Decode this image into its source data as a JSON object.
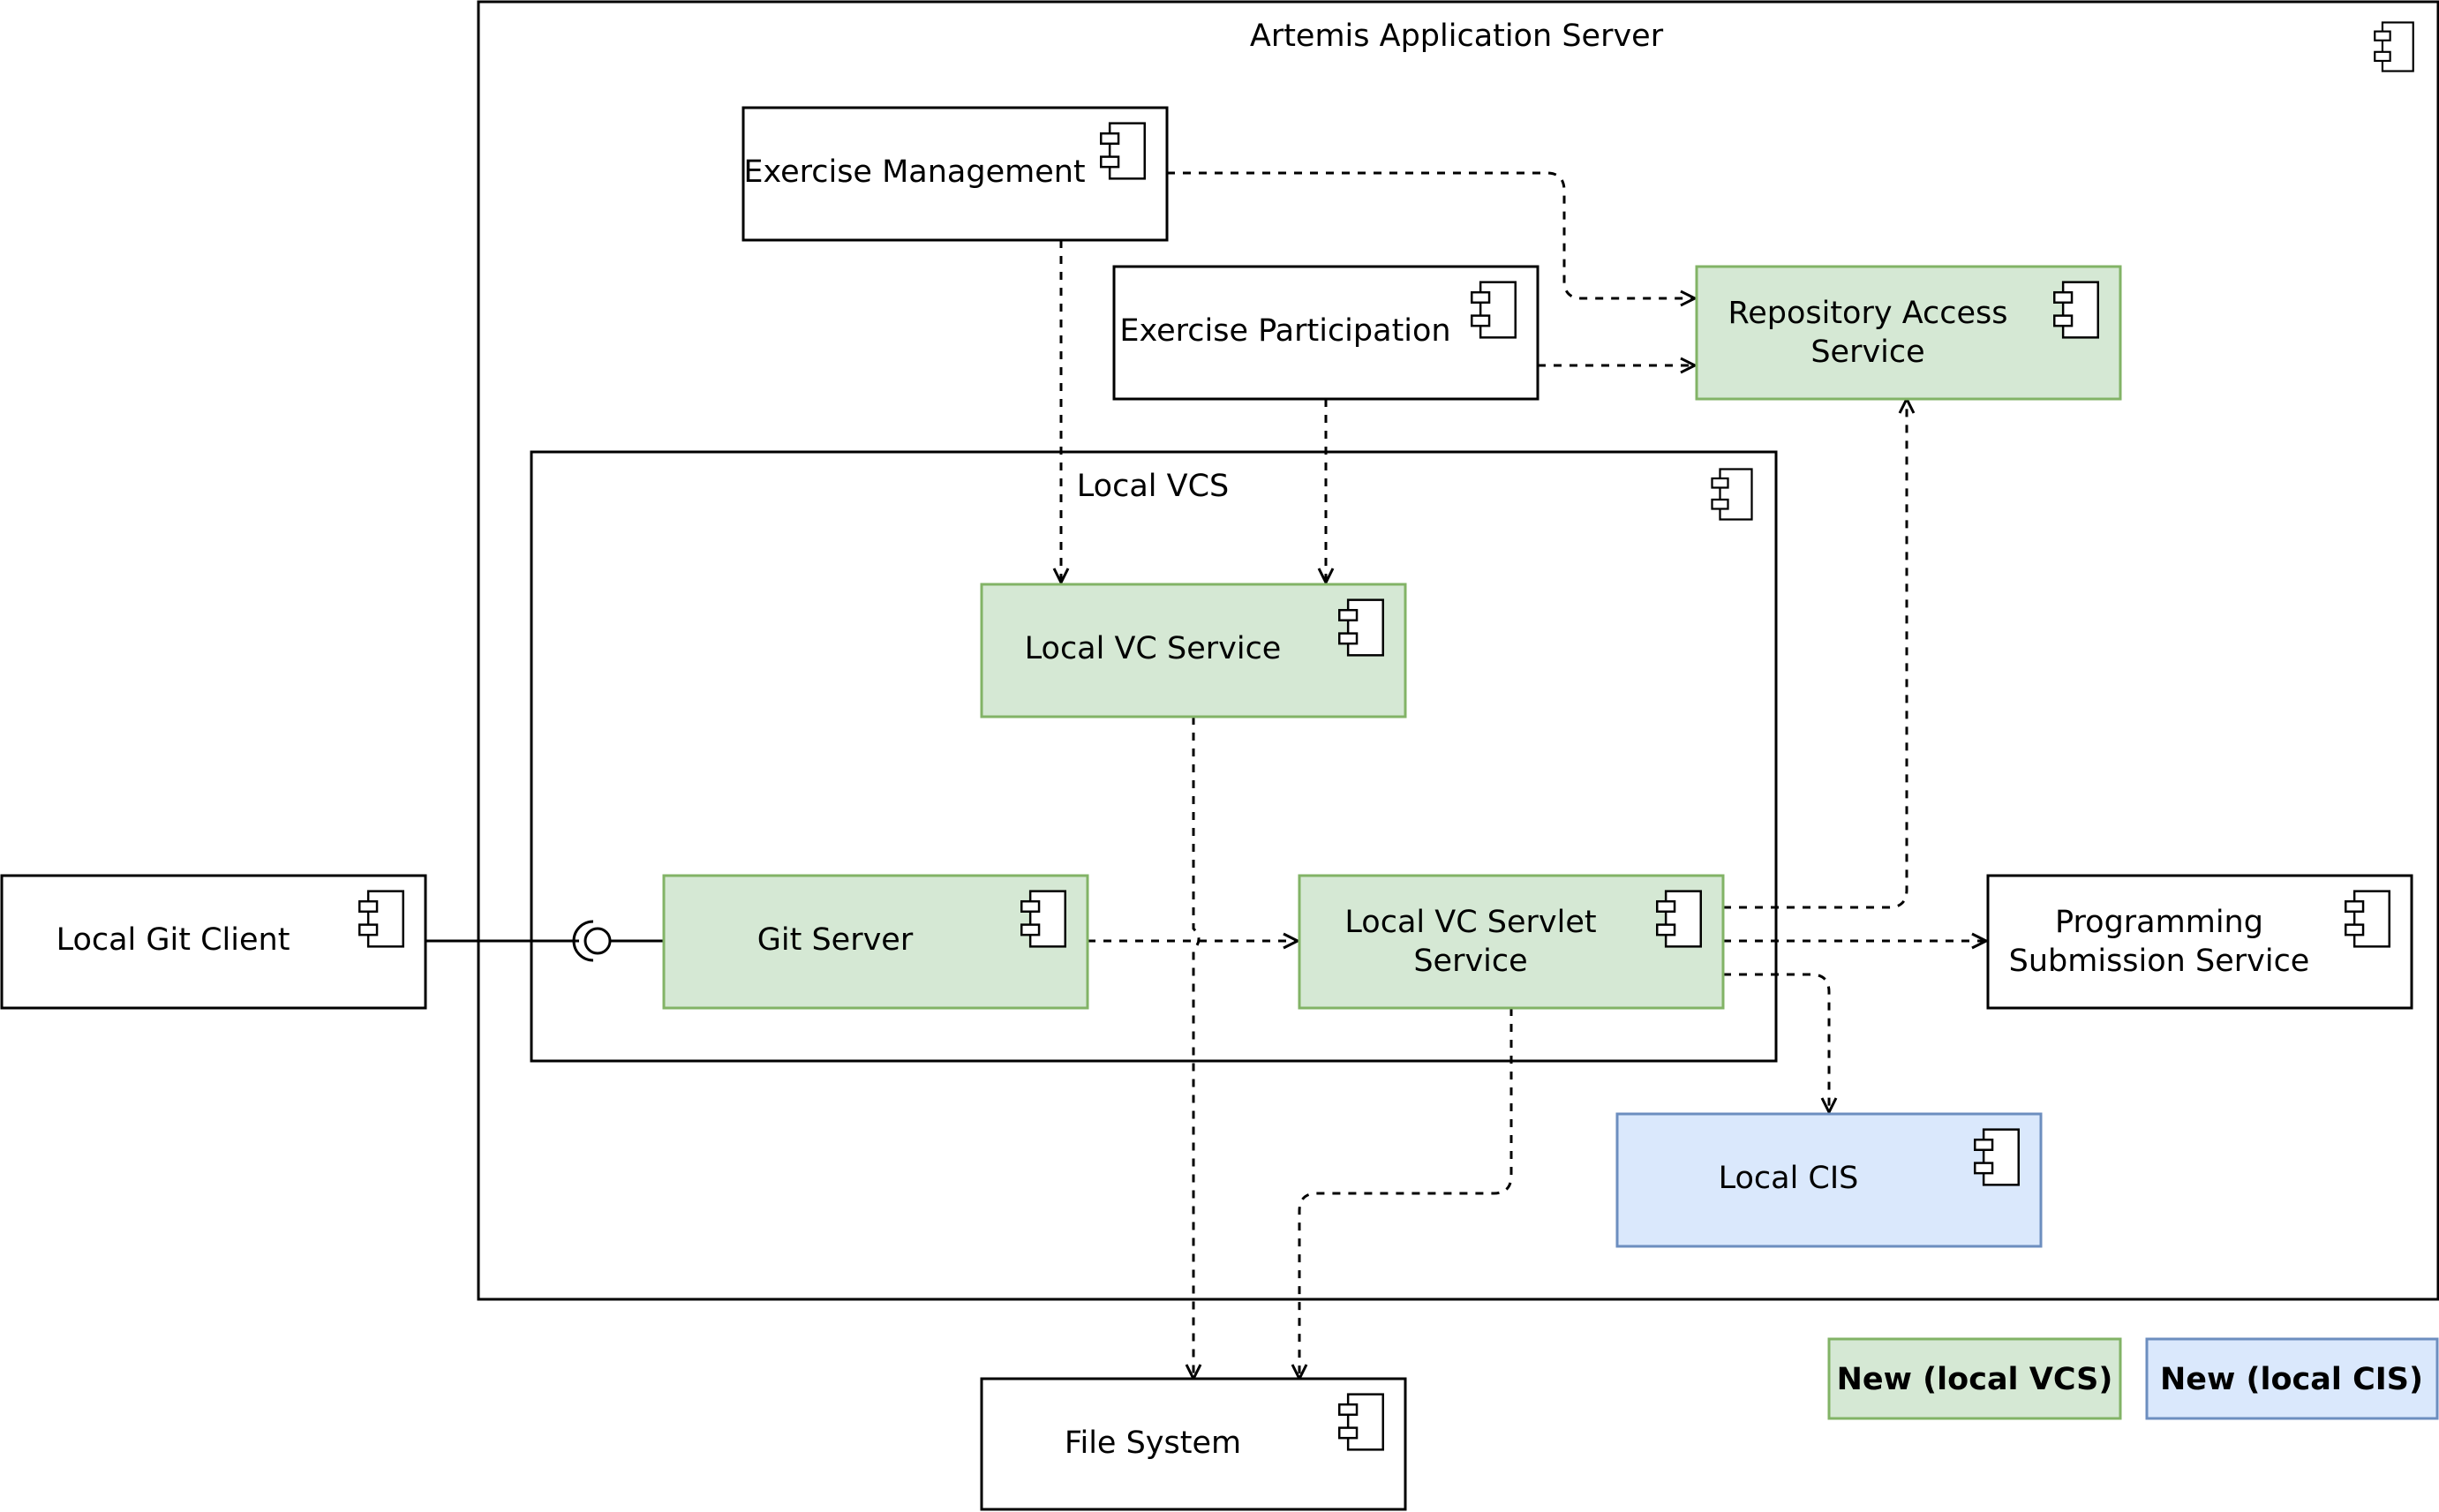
{
  "colors": {
    "new_vcs_fill": "#d5e8d4",
    "new_vcs_stroke": "#82b366",
    "new_cis_fill": "#dae8fc",
    "new_cis_stroke": "#6c8ebf",
    "default_fill": "#ffffff",
    "default_stroke": "#000000"
  },
  "diagram": {
    "artemis_server": {
      "label": "Artemis Application Server",
      "icon": "component-icon"
    },
    "exercise_management": {
      "label": "Exercise Management",
      "icon": "component-icon"
    },
    "exercise_participation": {
      "label": "Exercise Participation",
      "icon": "component-icon"
    },
    "repository_access_service": {
      "label_line1": "Repository Access",
      "label_line2": "Service",
      "icon": "component-icon"
    },
    "local_vcs": {
      "label": "Local VCS",
      "icon": "component-icon"
    },
    "local_vc_service": {
      "label": "Local VC Service",
      "icon": "component-icon"
    },
    "local_git_client": {
      "label": "Local Git Client",
      "icon": "component-icon"
    },
    "git_server": {
      "label": "Git Server",
      "icon": "component-icon"
    },
    "local_vc_servlet_service": {
      "label_line1": "Local VC Servlet",
      "label_line2": "Service",
      "icon": "component-icon"
    },
    "programming_submission_service": {
      "label_line1": "Programming",
      "label_line2": "Submission Service",
      "icon": "component-icon"
    },
    "local_cis": {
      "label": "Local CIS",
      "icon": "component-icon"
    },
    "file_system": {
      "label": "File System",
      "icon": "component-icon"
    }
  },
  "legend": {
    "new_vcs": "New (local VCS)",
    "new_cis": "New (local CIS)"
  }
}
